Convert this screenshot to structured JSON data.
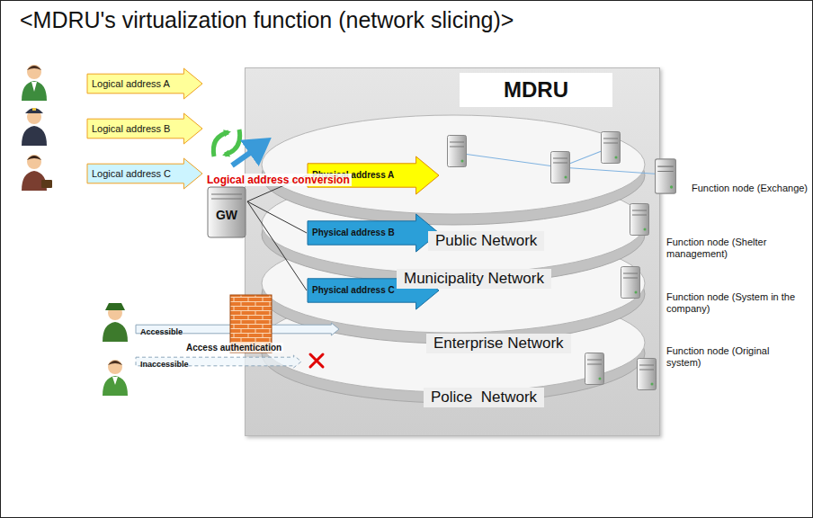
{
  "diagram": {
    "title": "<MDRU's virtualization function (network slicing)>",
    "nodes": [
      {
        "text": [
          "MDRU"
        ]
      },
      {
        "text": [
          "Public Network",
          "Function node (Exchange)"
        ],
        "in": 0
      },
      {
        "text": [
          "Municipality Network",
          "Function node (Shelter management)"
        ],
        "in": 0
      },
      {
        "text": [
          "Enterprise Network",
          "Function node (System in the company)"
        ],
        "in": 0
      },
      {
        "text": [
          "Police  Network",
          "Function node (Original system)"
        ],
        "in": 0
      },
      {
        "text": [
          "Logical address A"
        ]
      },
      {
        "text": [
          "Logical address B"
        ]
      },
      {
        "text": [
          "Logical address C"
        ]
      },
      {
        "text": [
          "GW"
        ]
      },
      {
        "text": [
          "Physical address A"
        ],
        "in": 0
      },
      {
        "text": [
          "Physical address B"
        ],
        "in": 0
      },
      {
        "text": [
          "Physical address C"
        ],
        "in": 0
      },
      {
        "text": [
          "Accessible"
        ]
      },
      {
        "text": [
          "Inaccessible"
        ]
      }
    ],
    "edges": [
      {
        "from": 8,
        "to": 9,
        "arrow": "none"
      },
      {
        "from": 8,
        "to": 10,
        "arrow": "none"
      },
      {
        "from": 8,
        "to": 11,
        "arrow": "none"
      }
    ],
    "labels": [
      "Logical address conversion",
      "Access authentication"
    ]
  }
}
